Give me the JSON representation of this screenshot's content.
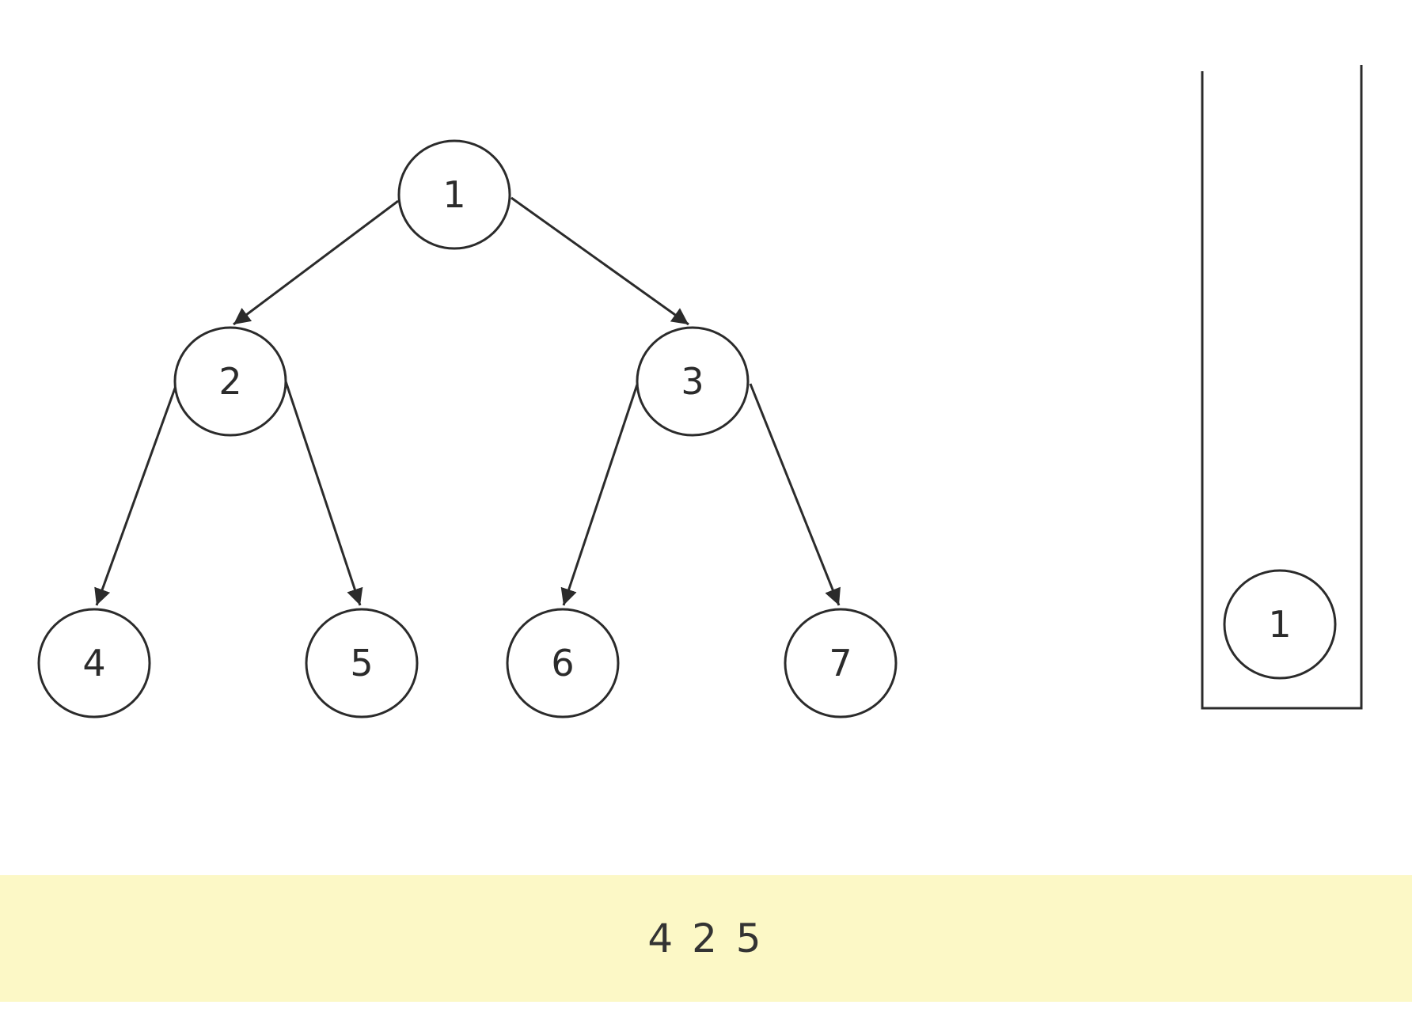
{
  "tree": {
    "nodes": [
      {
        "id": "1",
        "label": "1"
      },
      {
        "id": "2",
        "label": "2"
      },
      {
        "id": "3",
        "label": "3"
      },
      {
        "id": "4",
        "label": "4"
      },
      {
        "id": "5",
        "label": "5"
      },
      {
        "id": "6",
        "label": "6"
      },
      {
        "id": "7",
        "label": "7"
      }
    ],
    "edges": [
      {
        "from": "1",
        "to": "2"
      },
      {
        "from": "1",
        "to": "3"
      },
      {
        "from": "2",
        "to": "4"
      },
      {
        "from": "2",
        "to": "5"
      },
      {
        "from": "3",
        "to": "6"
      },
      {
        "from": "3",
        "to": "7"
      }
    ]
  },
  "stack": {
    "items": [
      "1"
    ]
  },
  "output": {
    "text": "4 2 5"
  },
  "colors": {
    "stroke": "#2b2b2b",
    "band": "#fcf8c6"
  }
}
